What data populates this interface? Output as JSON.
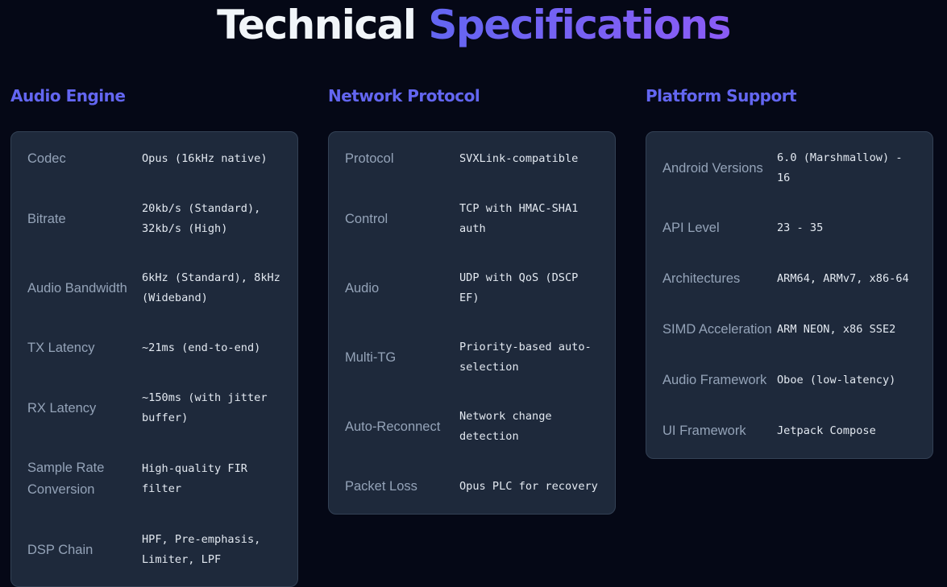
{
  "header": {
    "title_part1": "Technical",
    "title_part2": "Specifications"
  },
  "sections": [
    {
      "heading": "Audio Engine",
      "rows": [
        {
          "label": "Codec",
          "value": "Opus (16kHz native)"
        },
        {
          "label": "Bitrate",
          "value": "20kb/s (Standard), 32kb/s (High)"
        },
        {
          "label": "Audio Bandwidth",
          "value": "6kHz (Standard), 8kHz (Wideband)"
        },
        {
          "label": "TX Latency",
          "value": "~21ms (end-to-end)"
        },
        {
          "label": "RX Latency",
          "value": "~150ms (with jitter buffer)"
        },
        {
          "label": "Sample Rate Conversion",
          "value": "High-quality FIR filter"
        },
        {
          "label": "DSP Chain",
          "value": "HPF, Pre-emphasis, Limiter, LPF"
        }
      ]
    },
    {
      "heading": "Network Protocol",
      "rows": [
        {
          "label": "Protocol",
          "value": "SVXLink-compatible"
        },
        {
          "label": "Control",
          "value": "TCP with HMAC-SHA1 auth"
        },
        {
          "label": "Audio",
          "value": "UDP with QoS (DSCP EF)"
        },
        {
          "label": "Multi-TG",
          "value": "Priority-based auto-selection"
        },
        {
          "label": "Auto-Reconnect",
          "value": "Network change detection"
        },
        {
          "label": "Packet Loss",
          "value": "Opus PLC for recovery"
        }
      ]
    },
    {
      "heading": "Platform Support",
      "rows": [
        {
          "label": "Android Versions",
          "value": "6.0 (Marshmallow) - 16"
        },
        {
          "label": "API Level",
          "value": "23 - 35"
        },
        {
          "label": "Architectures",
          "value": "ARM64, ARMv7, x86-64"
        },
        {
          "label": "SIMD Acceleration",
          "value": "ARM NEON, x86 SSE2"
        },
        {
          "label": "Audio Framework",
          "value": "Oboe (low-latency)"
        },
        {
          "label": "UI Framework",
          "value": "Jetpack Compose"
        }
      ]
    }
  ]
}
